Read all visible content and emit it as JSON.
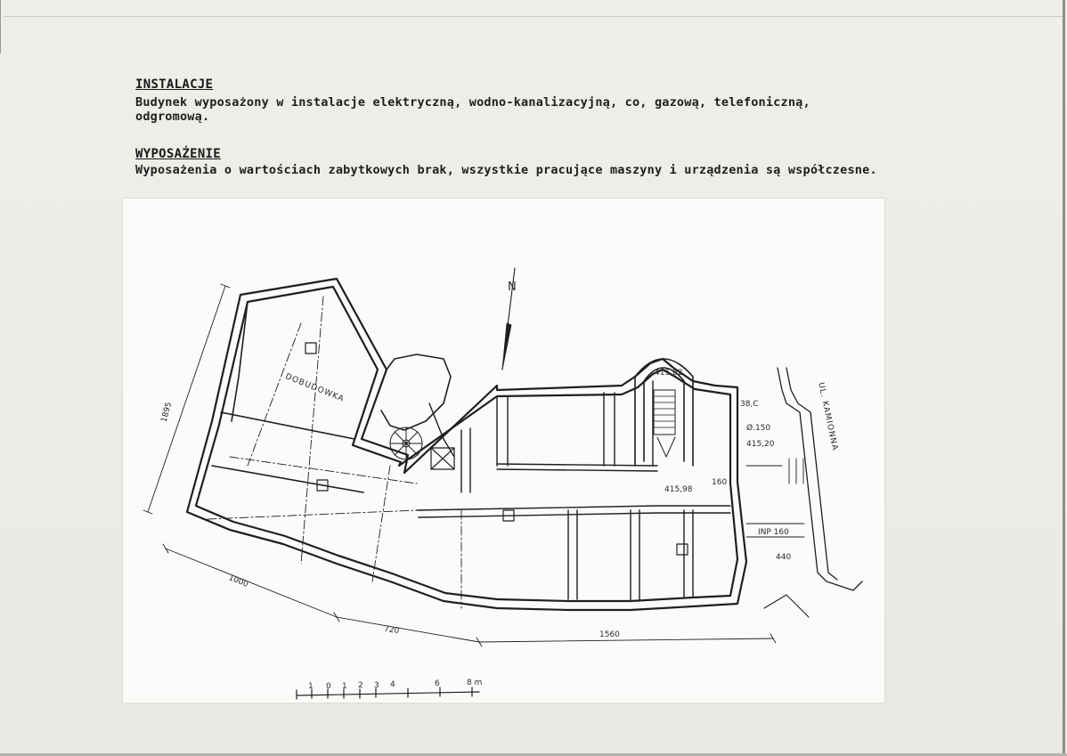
{
  "section_installations": {
    "heading": "INSTALACJE",
    "line1": "Budynek wyposażony w instalacje elektryczną, wodno-kanalizacyjną, co, gazową, telefoniczną,",
    "line2": "odgromową."
  },
  "section_equipment": {
    "heading": "WYPOSAŻENIE",
    "line1": "Wyposażenia o wartościach zabytkowych brak, wszystkie pracujące maszyny i urządzenia są współczesne."
  },
  "plan": {
    "north_label": "N",
    "annex_label": "DOBUDOWKA",
    "street_label": "UL. KAMIONNA",
    "dimensions": {
      "left_side": "1895",
      "bottom_left": "1000",
      "bottom_middle": "720",
      "bottom_right": "1560"
    },
    "annotations": {
      "stair_level": "415,62",
      "level_a": "415,20",
      "level_b": "415,98",
      "door_a": "Ø.150",
      "door_b": "INP 160",
      "height_a": "38,C",
      "height_b": "440",
      "height_c": "160"
    },
    "scale_ticks": [
      "1",
      "0",
      "1",
      "2",
      "3",
      "4",
      "6",
      "8 m"
    ]
  }
}
